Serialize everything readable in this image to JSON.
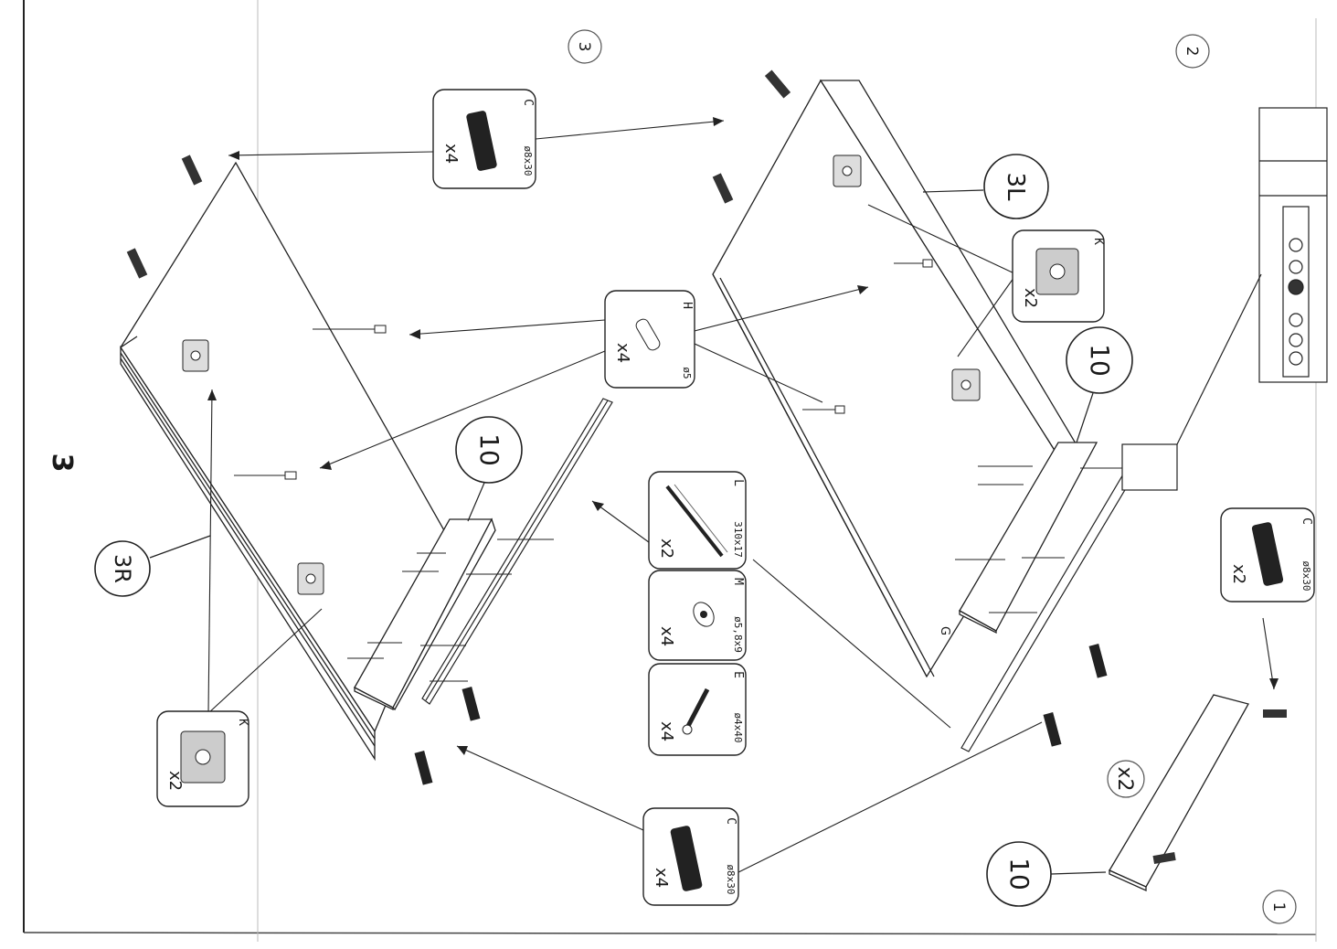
{
  "page": {
    "step_number": "3",
    "substeps": [
      "3",
      "2",
      "1"
    ]
  },
  "callouts": {
    "part_3L": "3L",
    "part_3R": "3R",
    "part_10": "10",
    "multiplier_x2": "x2"
  },
  "hardware": {
    "C_top": {
      "letter": "C",
      "qty": "x4",
      "size": "ø8x30"
    },
    "C_right": {
      "letter": "C",
      "qty": "x2",
      "size": "ø8x30"
    },
    "C_bottom": {
      "letter": "C",
      "qty": "x4",
      "size": "ø8x30"
    },
    "H": {
      "letter": "H",
      "qty": "x4",
      "size": "ø5"
    },
    "K_right": {
      "letter": "K",
      "qty": "x2"
    },
    "K_left": {
      "letter": "K",
      "qty": "x2"
    },
    "L": {
      "letter": "L",
      "qty": "x2",
      "size": "310x17"
    },
    "M": {
      "letter": "M",
      "qty": "x4",
      "size": "ø5,8x9"
    },
    "E": {
      "letter": "E",
      "qty": "x4",
      "size": "ø4x40"
    }
  },
  "labels": {
    "G": "G"
  }
}
